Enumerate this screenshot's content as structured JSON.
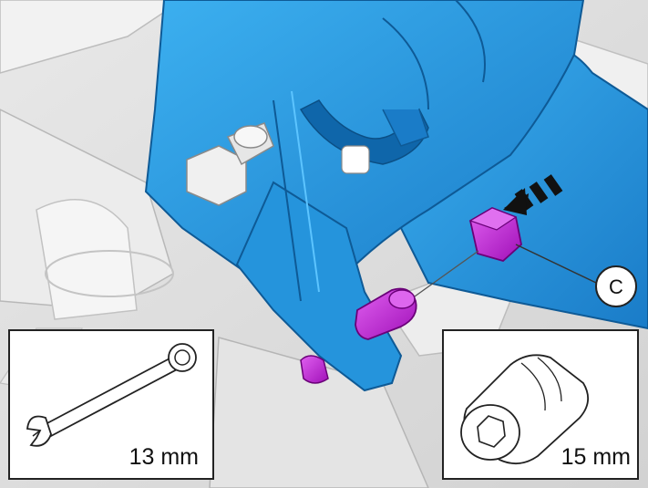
{
  "callout": {
    "letter": "C"
  },
  "tool_insets": [
    {
      "name": "combination-wrench",
      "label": "13 mm"
    },
    {
      "name": "hex-socket",
      "label": "15 mm"
    }
  ],
  "colors": {
    "bracket_blue": "#2a9be0",
    "bracket_blue_dark": "#1670b8",
    "highlight_magenta": "#cc22dd",
    "metal_grey": "#dcdcdc",
    "inset_border": "#222222"
  },
  "icons": [
    "direction-arrow-icon",
    "combination-wrench-icon",
    "hex-socket-icon"
  ]
}
